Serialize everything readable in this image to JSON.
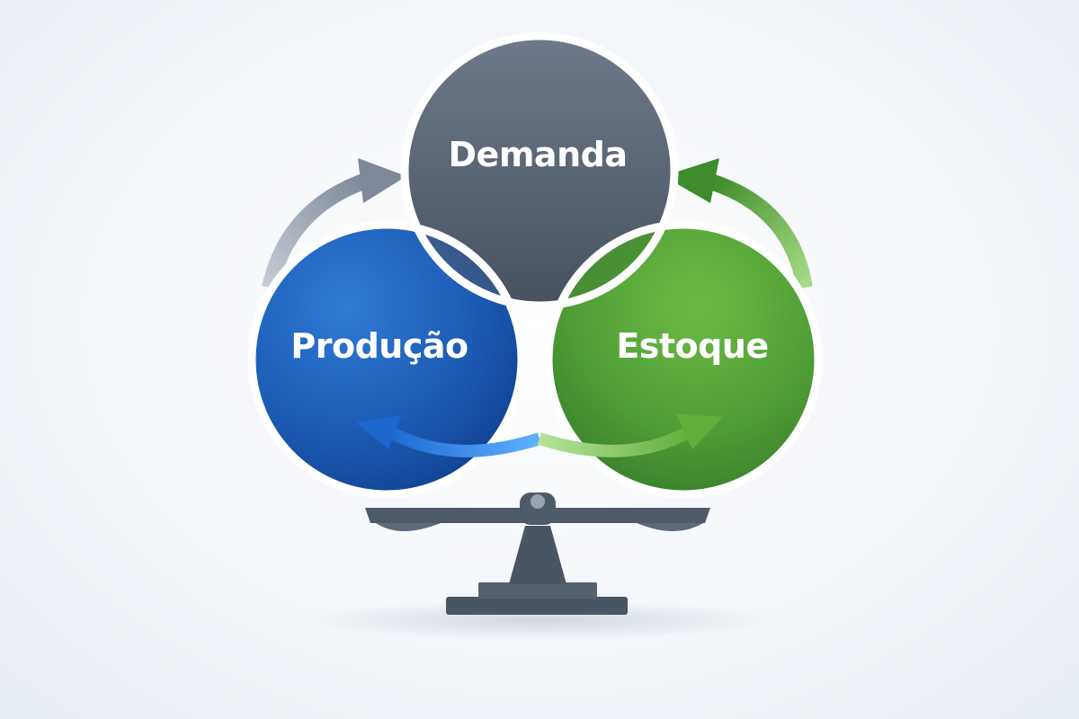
{
  "diagram": {
    "circles": [
      {
        "id": "demanda",
        "label": "Demanda",
        "color": "#5b6878"
      },
      {
        "id": "producao",
        "label": "Produção",
        "color": "#1f5fb8"
      },
      {
        "id": "estoque",
        "label": "Estoque",
        "color": "#4e9c35"
      }
    ],
    "center_color": "#b8c0cb",
    "arrows": [
      {
        "from": "producao",
        "to": "demanda",
        "color": "#8a96a6",
        "icon": "curved-arrow-icon"
      },
      {
        "from": "estoque",
        "to": "demanda",
        "color": "#4e9c35",
        "icon": "curved-arrow-icon"
      },
      {
        "from": "producao",
        "to": "estoque",
        "color": "#2a86e0",
        "icon": "double-curved-arrow-icon"
      }
    ],
    "balance_color": "#4a5563",
    "balance_icon": "balance-scale-icon"
  }
}
